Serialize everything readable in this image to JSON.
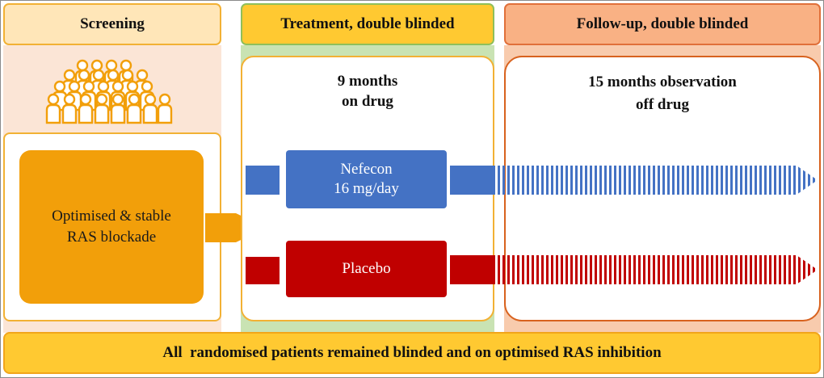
{
  "columns": {
    "screening": {
      "label": "Screening"
    },
    "treatment": {
      "label": "Treatment, double blinded"
    },
    "follow_up": {
      "label": "Follow-up, double blinded"
    }
  },
  "treatment_panel": {
    "line1": "9 months",
    "line2": "on drug"
  },
  "follow_up_panel": {
    "line1": "15 months observation",
    "line2": "off drug"
  },
  "screening_box": {
    "line1": "Optimised & stable",
    "line2": "RAS blockade"
  },
  "arms": {
    "nefecon": {
      "line1": "Nefecon",
      "line2": "16 mg/day",
      "color": "#4472c4"
    },
    "placebo": {
      "line1": "Placebo",
      "color": "#c00000"
    }
  },
  "footer": {
    "text": "All  randomised patients remained blinded and on optimised RAS inhibition"
  },
  "colors": {
    "screening_bg": "#fbe5d6",
    "screening_header": "#ffe6b8",
    "treatment_bg": "#c9e3b3",
    "treatment_header": "#ffc931",
    "follow_up_bg": "#f8cbad",
    "follow_up_header": "#f9b184",
    "accent_orange": "#f29f0a",
    "footer_bg": "#ffc931"
  },
  "icons": {
    "patients": "people-group-icon"
  }
}
